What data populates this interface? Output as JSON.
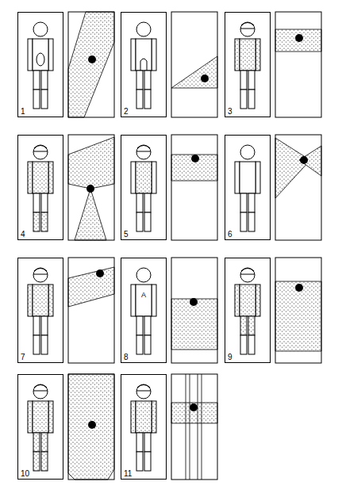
{
  "diagram": {
    "nodes": [
      {
        "text": [
          "1"
        ]
      },
      {
        "text": [
          "2"
        ]
      },
      {
        "text": [
          "3"
        ]
      },
      {
        "text": [
          "4"
        ]
      },
      {
        "text": [
          "5"
        ]
      },
      {
        "text": [
          "6"
        ]
      },
      {
        "text": [
          "7"
        ]
      },
      {
        "text": [
          "8",
          "A"
        ]
      },
      {
        "text": [
          "9"
        ]
      },
      {
        "text": [
          "10"
        ]
      },
      {
        "text": [
          "11"
        ]
      }
    ]
  }
}
